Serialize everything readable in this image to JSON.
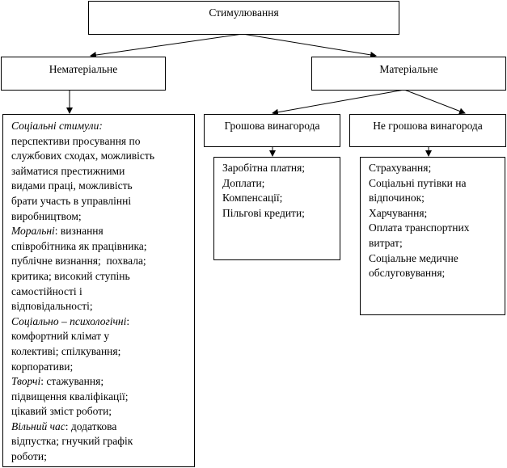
{
  "root": {
    "label": "Стимулювання"
  },
  "nonmaterial": {
    "label": "Нематеріальне",
    "sections": [
      {
        "title": "Соціальні стимули:",
        "lines": [
          "перспективи просування по",
          "службових сходах, можливість",
          "займатися престижними",
          "видами праці, можливість",
          "брати участь в управлінні",
          "виробництвом;"
        ]
      },
      {
        "title": "Моральні",
        "first_tail": ": визнання",
        "lines": [
          "співробітника як працівника;",
          "публічне визнання;  похвала;",
          "критика; високий ступінь",
          "самостійності і",
          "відповідальності;"
        ]
      },
      {
        "title": "Соціально – психологічні",
        "first_tail": ":",
        "lines": [
          "комфортний клімат у",
          "колективі; спілкування;",
          "корпоративи;"
        ]
      },
      {
        "title": "Творчі",
        "first_tail": ": стажування;",
        "lines": [
          "підвищення кваліфікації;",
          "цікавий зміст роботи;"
        ]
      },
      {
        "title": "Вільний час",
        "first_tail": ": додаткова",
        "lines": [
          "відпустка; гнучкий графік",
          "роботи;"
        ]
      }
    ]
  },
  "material": {
    "label": "Матеріальне",
    "monetary": {
      "label": "Грошова винагорода",
      "items": [
        "Заробітна платня;",
        "Доплати;",
        "Компенсації;",
        "Пільгові кредити;"
      ]
    },
    "non_monetary": {
      "label": "Не грошова винагорода",
      "items": [
        "Страхування;",
        "Соціальні путівки на",
        "відпочинок;",
        "Харчування;",
        "Оплата транспортних",
        "витрат;",
        "Соціальне медичне",
        "обслуговування;"
      ]
    }
  }
}
